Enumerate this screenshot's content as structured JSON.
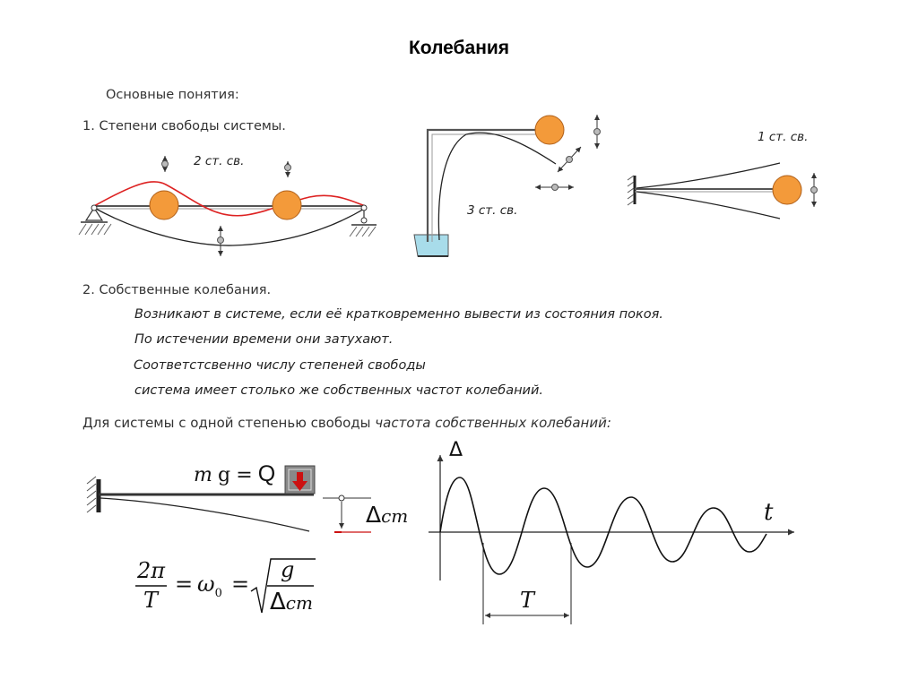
{
  "title": "Колебания",
  "intro": "Основные понятия:",
  "section1": "1. Степени свободы системы.",
  "dof_labels": {
    "beam": "2 ст. св.",
    "frame": "3 ст. св.",
    "cantilever": "1 ст. св."
  },
  "section2": "2. Собственные колебания.",
  "natural_text": [
    "Возникают в системе, если её кратковременно вывести из состояния покоя.",
    "По истечении времени они затухают.",
    "Соответстсвенно числу степеней свободы",
    "система имеет столько же собственных частот колебаний."
  ],
  "sdof_prefix": "Для системы с одной степенью свободы",
  "sdof_suffix": "частота собственных колебаний:",
  "load": {
    "m": "m",
    "g": "g",
    "eq": "=",
    "Q": "Q"
  },
  "delta_st": {
    "delta": "Δ",
    "sub": "cm"
  },
  "formula": {
    "num": "2π",
    "den": "T",
    "eq1": "=",
    "omega": "ω",
    "omega_sub": "0",
    "eq2": "=",
    "sqrt_num": "g",
    "sqrt_den_delta": "Δ",
    "sqrt_den_sub": "cm"
  },
  "graph": {
    "y_label": "Δ",
    "x_label": "t",
    "period_label": "T"
  },
  "colors": {
    "mass": "#f39a3a",
    "mass_stroke": "#b0601a",
    "mode_line": "#dd2222",
    "base_block": "#a8dcea",
    "load_box": "#888888",
    "load_arrow": "#cc1111",
    "marker_red": "#cc1111"
  }
}
